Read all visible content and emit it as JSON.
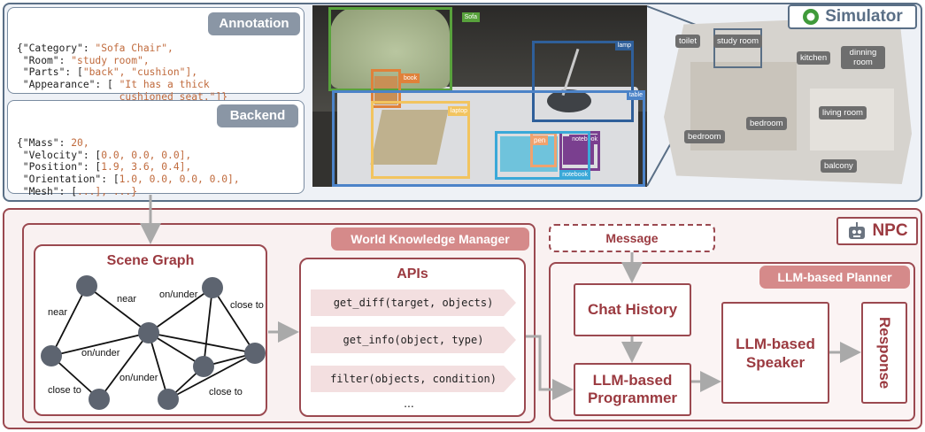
{
  "annotation": {
    "tag": "Annotation",
    "lines": [
      [
        "{\"Category\": ",
        "\"Sofa Chair\","
      ],
      [
        " \"Room\": ",
        "\"study room\","
      ],
      [
        " \"Parts\": [",
        "\"back\", \"cushion\"],"
      ],
      [
        " \"Appearance\": [ ",
        "\"It has a thick"
      ],
      [
        "                 ",
        "cushioned seat.\"]}"
      ]
    ]
  },
  "backend": {
    "tag": "Backend",
    "lines": [
      [
        "{\"Mass\": ",
        "20,"
      ],
      [
        " \"Velocity\": [",
        "0.0, 0.0, 0.0],"
      ],
      [
        " \"Position\": [",
        "1.9, 3.6, 0.4],"
      ],
      [
        " \"Orientation\": [",
        "1.0, 0.0, 0.0, 0.0],"
      ],
      [
        " \"Mesh\": [",
        "...], ...}"
      ]
    ]
  },
  "simulator": {
    "label": "Simulator",
    "bboxes": [
      "Sofa",
      "lamp",
      "book",
      "laptop",
      "table",
      "pen",
      "notebook",
      "notebook"
    ],
    "rooms": [
      "toilet",
      "study room",
      "kitchen",
      "dinning room",
      "bedroom",
      "bedroom",
      "living room",
      "balcony"
    ]
  },
  "npc": {
    "label": "NPC",
    "wkm_tag": "World Knowledge Manager",
    "scene_graph": {
      "title": "Scene Graph",
      "edge_labels": [
        "near",
        "near",
        "on/under",
        "close to",
        "on/under",
        "on/under",
        "close to",
        "close to"
      ]
    },
    "apis": {
      "title": "APIs",
      "items": [
        "get_diff(target, objects)",
        "get_info(object, type)",
        "filter(objects, condition)"
      ],
      "ellipsis": "..."
    },
    "message": "Message",
    "planner": {
      "tag": "LLM-based Planner",
      "chat_history": "Chat History",
      "programmer": "LLM-based Programmer",
      "speaker": "LLM-based Speaker",
      "response": "Response"
    }
  },
  "colors": {
    "top_border": "#5a6f86",
    "bottom_border": "#9b4950",
    "tag_gray": "#8a96a5",
    "tag_red": "#d58a8a",
    "title_red": "#9b3a40",
    "node": "#5d6470",
    "arrow": "#a9a9a9"
  }
}
